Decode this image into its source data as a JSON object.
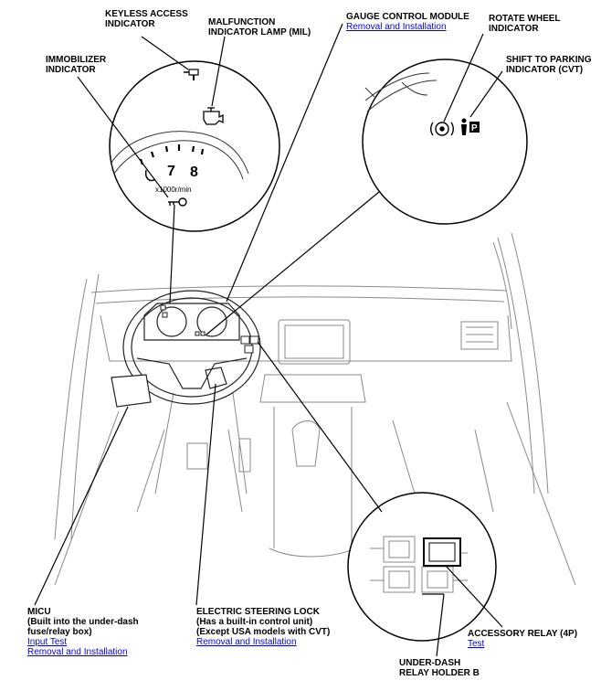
{
  "labels": {
    "keyless_access_indicator": [
      "KEYLESS ACCESS",
      "INDICATOR"
    ],
    "malfunction_indicator_lamp": [
      "MALFUNCTION",
      "INDICATOR LAMP (MIL)"
    ],
    "immobilizer_indicator": [
      "IMMOBILIZER",
      "INDICATOR"
    ],
    "gauge_control_module": {
      "title": "GAUGE CONTROL MODULE",
      "links": [
        "Removal and Installation"
      ]
    },
    "rotate_wheel_indicator": [
      "ROTATE WHEEL",
      "INDICATOR"
    ],
    "shift_to_parking_indicator": [
      "SHIFT TO PARKING",
      "INDICATOR (CVT)"
    ],
    "micu": {
      "title": [
        "MICU",
        "(Built into the under-dash",
        "fuse/relay box)"
      ],
      "links": [
        "Input Test",
        "Removal and Installation"
      ]
    },
    "electric_steering_lock": {
      "title": [
        "ELECTRIC STEERING LOCK",
        "(Has a built-in control unit)",
        "(Except USA models with CVT)"
      ],
      "links": [
        "Removal and Installation"
      ]
    },
    "accessory_relay": {
      "title": "ACCESSORY RELAY (4P)",
      "links": [
        "Test"
      ]
    },
    "under_dash_relay_holder": [
      "UNDER-DASH",
      "RELAY HOLDER B"
    ]
  },
  "gauge_inset": {
    "tach_numbers": [
      "7",
      "8"
    ],
    "tach_unit": "x1000r/min"
  },
  "parking_symbol": "P",
  "colors": {
    "link": "#0000ee",
    "line": "#000000",
    "drawing": "#888888"
  }
}
